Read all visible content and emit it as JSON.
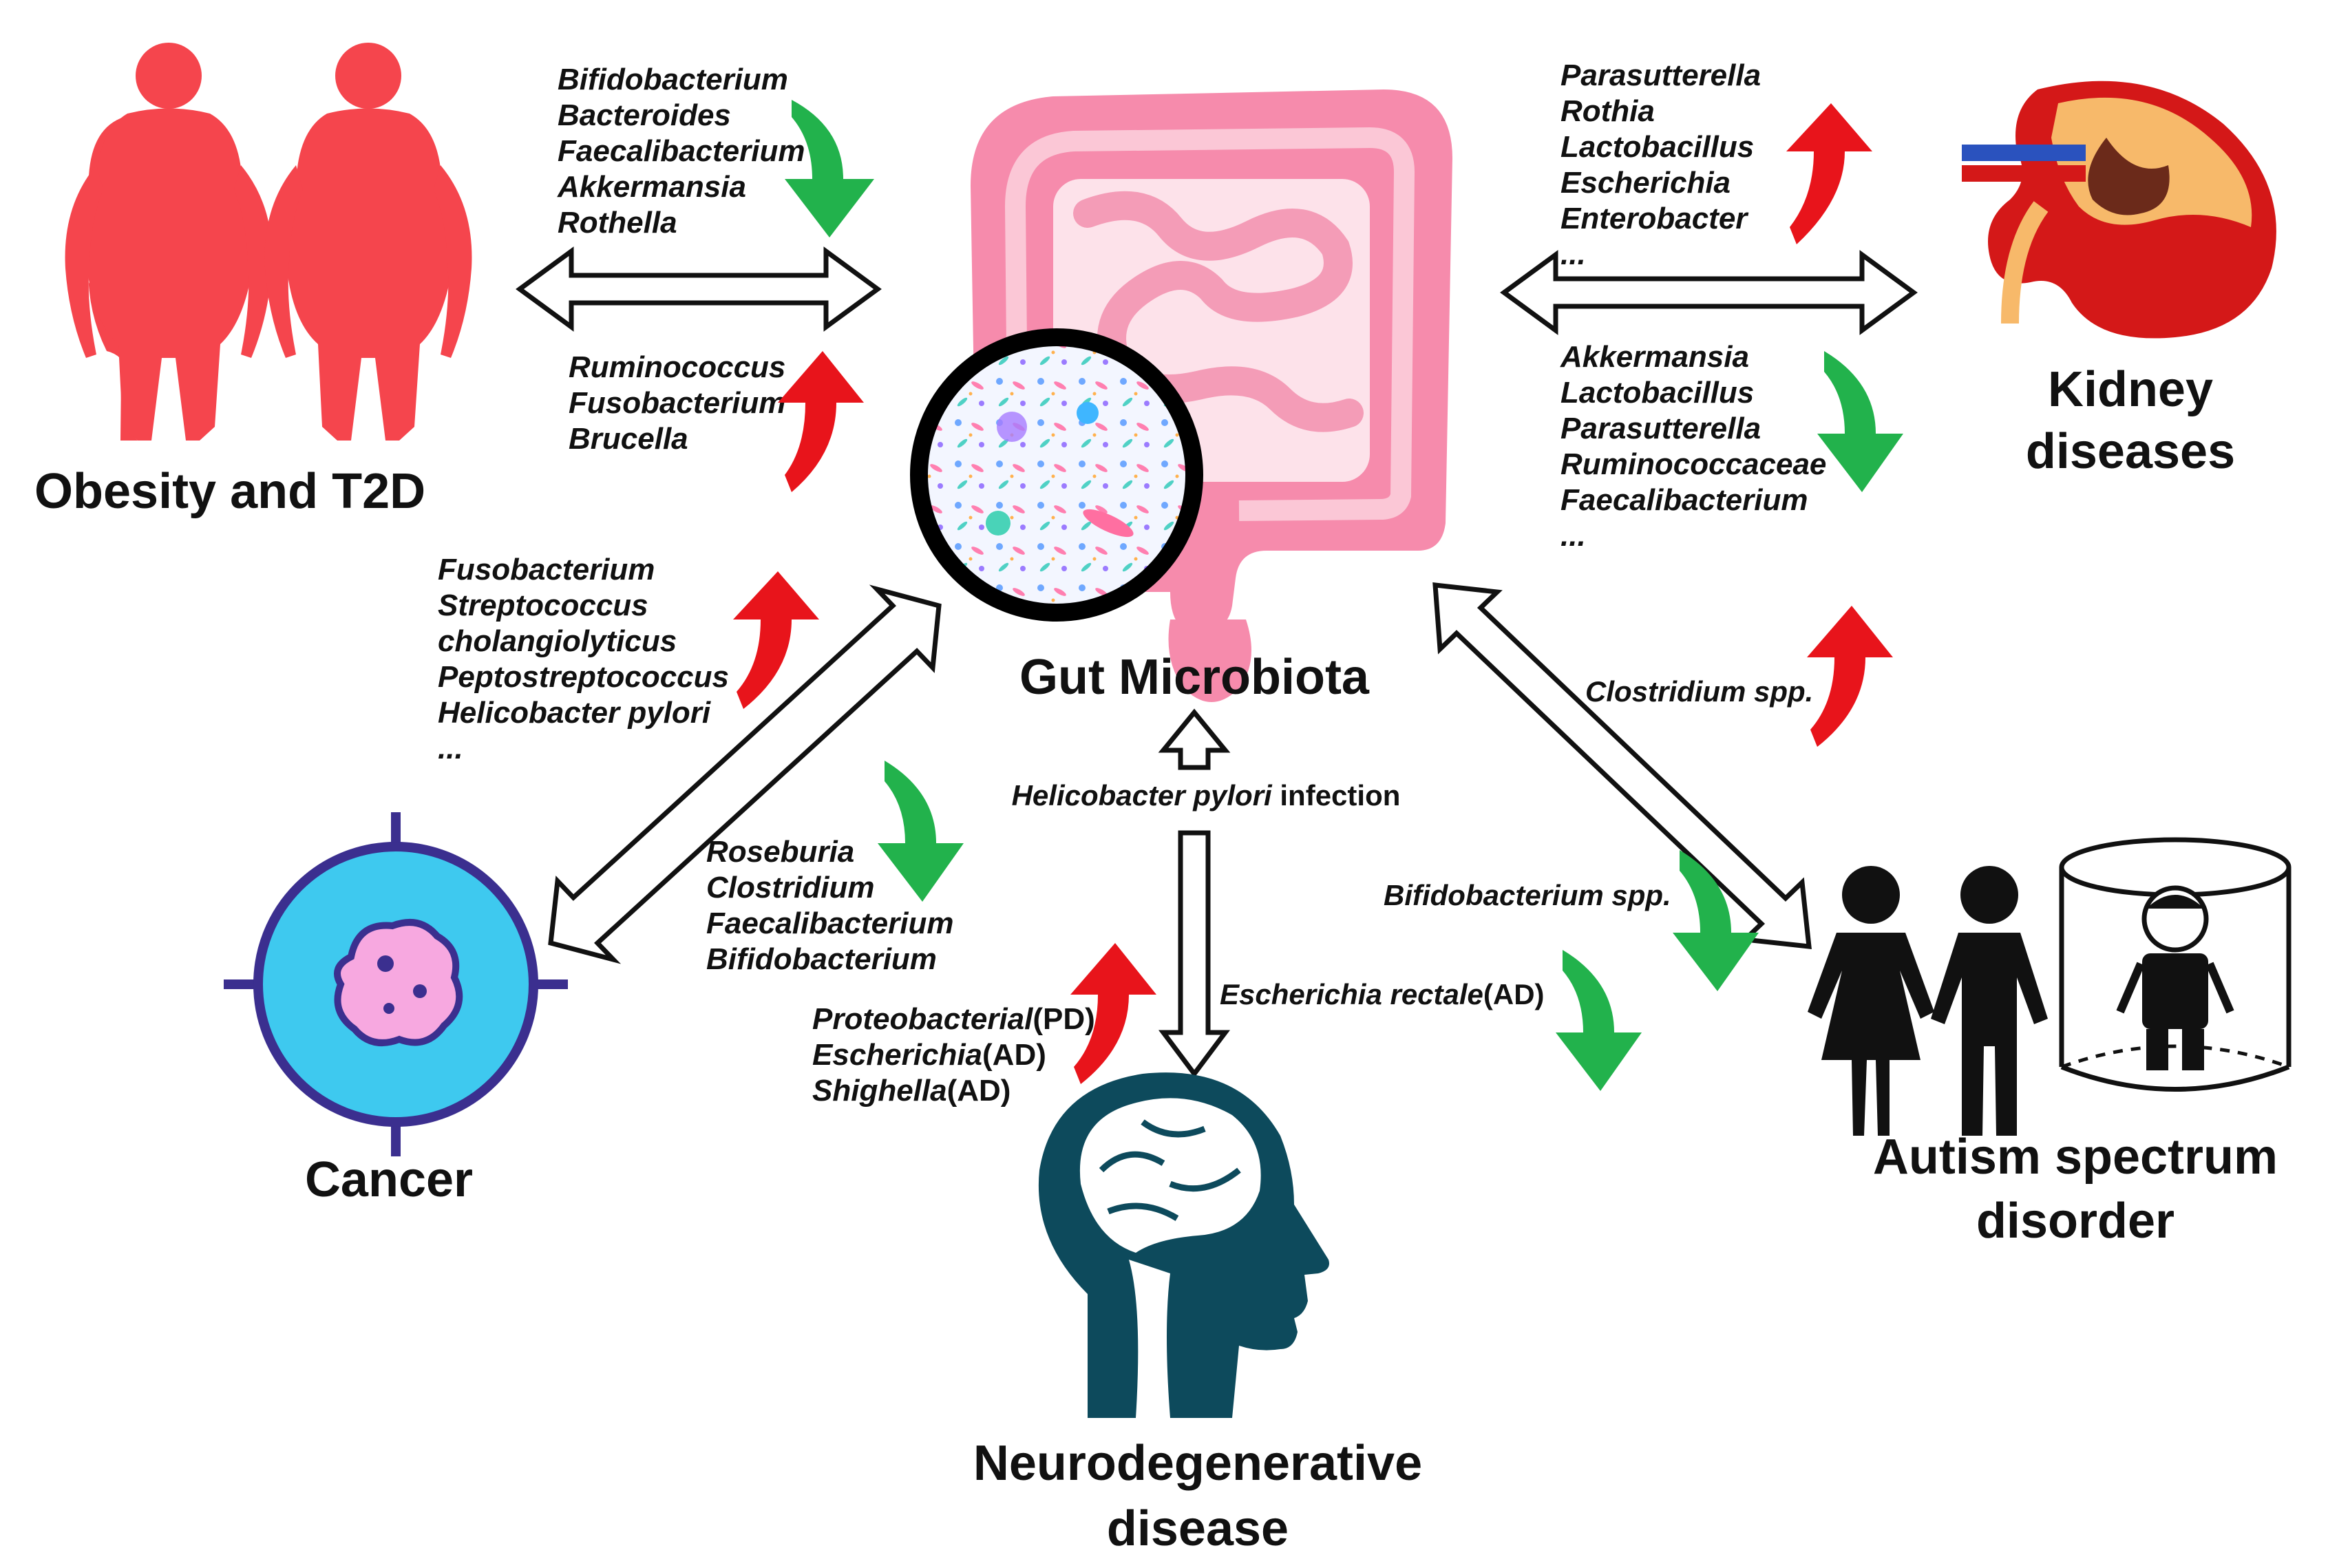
{
  "center": {
    "title": "Gut Microbiota",
    "helicobacter_italic": "Helicobacter pylori",
    "helicobacter_suffix": " infection"
  },
  "obesity": {
    "title": "Obesity and T2D",
    "decreased": [
      "Bifidobacterium",
      "Bacteroides",
      "Faecalibacterium",
      "Akkermansia",
      "Rothella"
    ],
    "increased": [
      "Ruminococcus",
      "Fusobacterium",
      "Brucella"
    ]
  },
  "kidney": {
    "title_line1": "Kidney",
    "title_line2": "diseases",
    "increased": [
      "Parasutterella",
      "Rothia",
      "Lactobacillus",
      "Escherichia",
      "Enterobacter",
      "..."
    ],
    "decreased": [
      "Akkermansia",
      "Lactobacillus",
      "Parasutterella",
      "Ruminococcaceae",
      "Faecalibacterium",
      "..."
    ]
  },
  "cancer": {
    "title": "Cancer",
    "increased": [
      "Fusobacterium",
      "Streptococcus",
      "cholangiolyticus",
      "Peptostreptococcus",
      "Helicobacter pylori",
      "..."
    ],
    "decreased": [
      "Roseburia",
      "Clostridium",
      "Faecalibacterium",
      "Bifidobacterium"
    ]
  },
  "autism": {
    "title_line1": "Autism spectrum",
    "title_line2": "disorder",
    "increased": [
      "Clostridium spp."
    ],
    "decreased_a": "Bifidobacterium spp.",
    "decreased_b_italic": "Escherichia rectale",
    "decreased_b_suffix": "(AD)"
  },
  "neuro": {
    "title_line1": "Neurodegenerative",
    "title_line2": "disease",
    "increased": [
      {
        "name": "Proteobacterial",
        "tag": "(PD)"
      },
      {
        "name": "Escherichia",
        "tag": "(AD)"
      },
      {
        "name": "Shighella",
        "tag": "(AD)"
      }
    ]
  },
  "colors": {
    "increase_arrow": "#e8141b",
    "decrease_arrow": "#22b24c",
    "body_silhouette": "#f5454d",
    "intestine": "#f68bac",
    "cancer_target": "#3ec9ef",
    "kidney": "#d41818",
    "brain_head": "#0d4a5c"
  },
  "icons": [
    "body-silhouette-icon",
    "intestine-icon",
    "microbe-lens-icon",
    "kidney-icon",
    "target-cancer-icon",
    "head-brain-icon",
    "children-icon"
  ]
}
